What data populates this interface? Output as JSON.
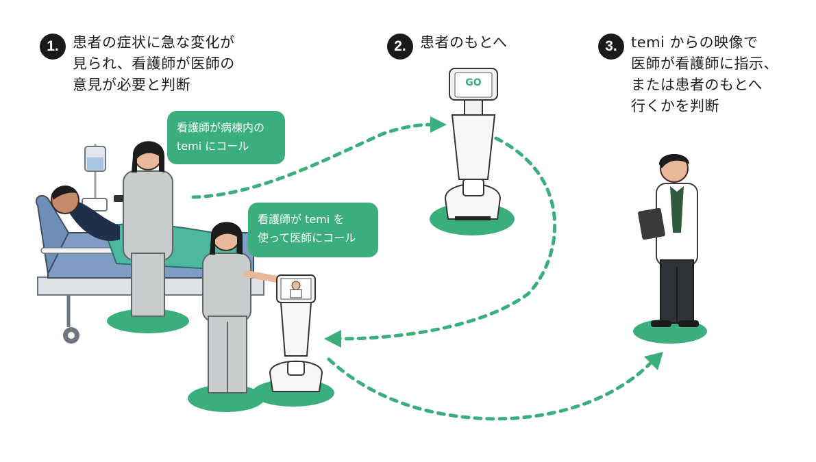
{
  "steps": [
    {
      "number": "1.",
      "text": "患者の症状に急な変化が\n見られ、看護師が医師の\n意見が必要と判断"
    },
    {
      "number": "2.",
      "text": "患者のもとへ"
    },
    {
      "number": "3.",
      "text": "temi からの映像で\n医師が看護師に指示、\nまたは患者のもとへ\n行くかを判断"
    }
  ],
  "bubbles": [
    {
      "text": "看護師が病棟内の\ntemi にコール"
    },
    {
      "text": "看護師が temi を\n使って医師にコール"
    }
  ],
  "robot_screen": {
    "text": "GO"
  },
  "colors": {
    "accent": "#3aae7c",
    "dark": "#1a1a1a",
    "bed": "#7e9cc4",
    "scrubs": "#c9cccc",
    "blanket": "#4db8a0"
  }
}
